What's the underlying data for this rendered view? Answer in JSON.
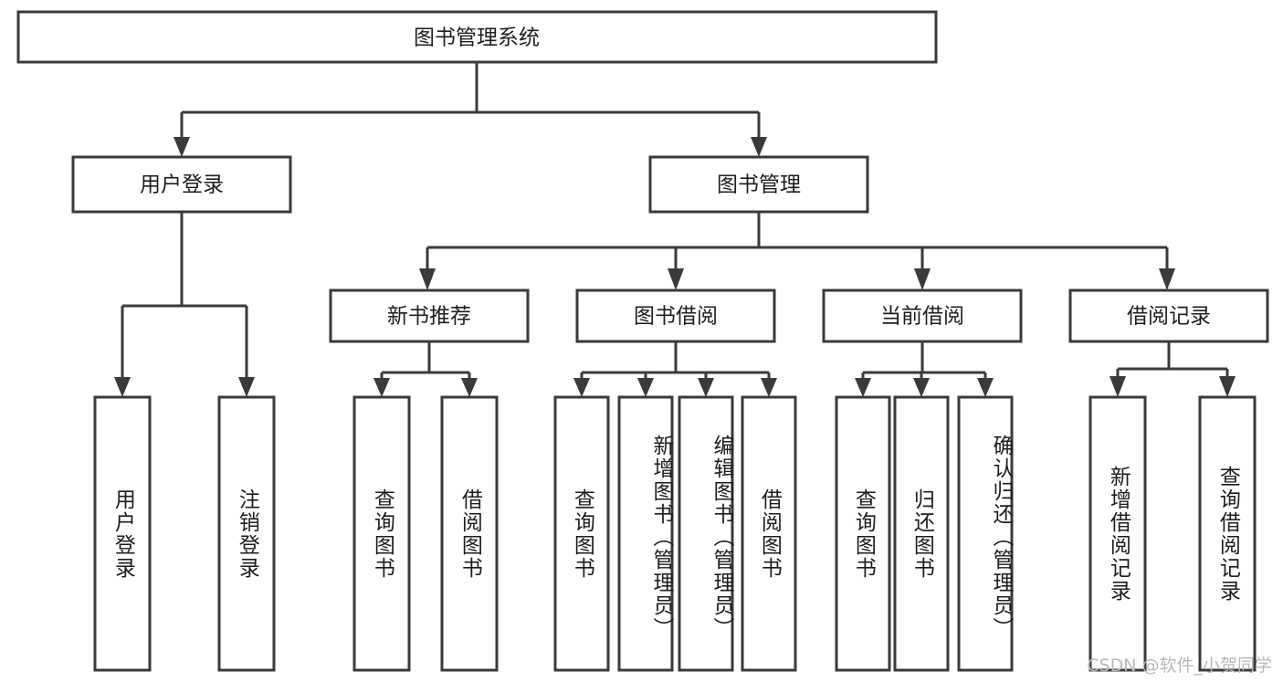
{
  "diagram": {
    "title": "图书管理系统",
    "type": "tree-hierarchy",
    "orientation": "top-down",
    "box_fill": "#ffffff",
    "box_stroke": "#3a3a3a",
    "text_color": "#1d1d1d",
    "root": {
      "id": "root",
      "label": "图书管理系统",
      "text_orientation": "horizontal"
    },
    "level2": [
      {
        "id": "user-login",
        "label": "用户登录",
        "text_orientation": "horizontal"
      },
      {
        "id": "book-management",
        "label": "图书管理",
        "text_orientation": "horizontal"
      }
    ],
    "level3": [
      {
        "id": "new-book-recommend",
        "label": "新书推荐",
        "parent": "book-management",
        "text_orientation": "horizontal"
      },
      {
        "id": "book-borrow",
        "label": "图书借阅",
        "parent": "book-management",
        "text_orientation": "horizontal"
      },
      {
        "id": "current-borrow",
        "label": "当前借阅",
        "parent": "book-management",
        "text_orientation": "horizontal"
      },
      {
        "id": "borrow-record",
        "label": "借阅记录",
        "parent": "book-management",
        "text_orientation": "horizontal"
      }
    ],
    "leaves": [
      {
        "id": "leaf-user-login",
        "label": "用户登录",
        "parent": "user-login",
        "text_orientation": "vertical"
      },
      {
        "id": "leaf-user-logout",
        "label": "注销登录",
        "parent": "user-login",
        "text_orientation": "vertical"
      },
      {
        "id": "leaf-query-book-1",
        "label": "查询图书",
        "parent": "new-book-recommend",
        "text_orientation": "vertical"
      },
      {
        "id": "leaf-borrow-book-1",
        "label": "借阅图书",
        "parent": "new-book-recommend",
        "text_orientation": "vertical"
      },
      {
        "id": "leaf-query-book-2",
        "label": "查询图书",
        "parent": "book-borrow",
        "text_orientation": "vertical"
      },
      {
        "id": "leaf-add-book",
        "label": "新增图书（管理员）",
        "parent": "book-borrow",
        "text_orientation": "vertical"
      },
      {
        "id": "leaf-edit-book",
        "label": "编辑图书（管理员）",
        "parent": "book-borrow",
        "text_orientation": "vertical"
      },
      {
        "id": "leaf-borrow-book-2",
        "label": "借阅图书",
        "parent": "book-borrow",
        "text_orientation": "vertical"
      },
      {
        "id": "leaf-query-book-3",
        "label": "查询图书",
        "parent": "current-borrow",
        "text_orientation": "vertical"
      },
      {
        "id": "leaf-return-book",
        "label": "归还图书",
        "parent": "current-borrow",
        "text_orientation": "vertical"
      },
      {
        "id": "leaf-confirm-return",
        "label": "确认归还（管理员）",
        "parent": "current-borrow",
        "text_orientation": "vertical"
      },
      {
        "id": "leaf-add-record",
        "label": "新增借阅记录",
        "parent": "borrow-record",
        "text_orientation": "vertical"
      },
      {
        "id": "leaf-query-record",
        "label": "查询借阅记录",
        "parent": "borrow-record",
        "text_orientation": "vertical"
      }
    ]
  },
  "watermark": {
    "text": "CSDN @软件_小贺同学"
  }
}
